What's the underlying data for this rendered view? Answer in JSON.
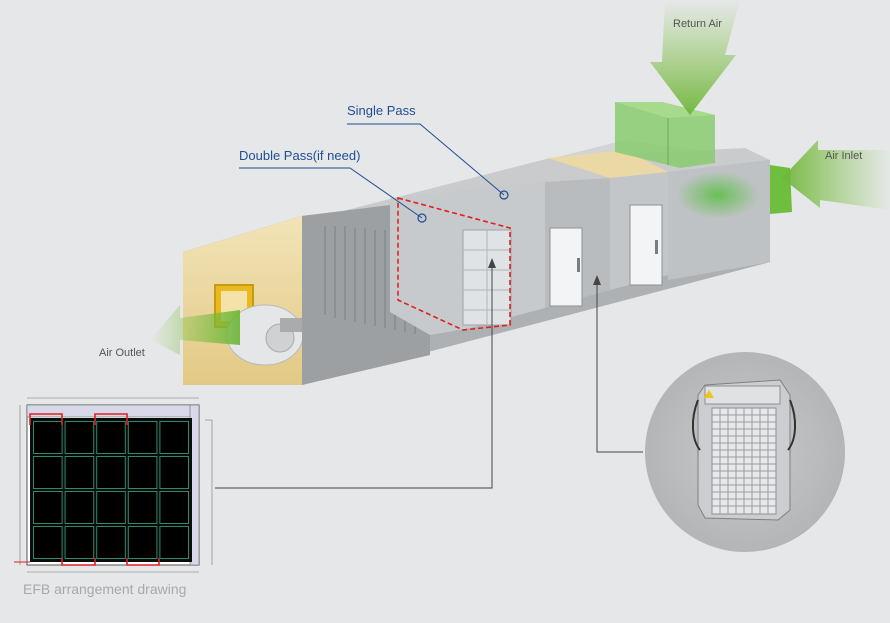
{
  "labels": {
    "single_pass": "Single Pass",
    "double_pass": "Double Pass(if need)",
    "return_air": "Return Air",
    "air_inlet": "Air Inlet",
    "air_outlet": "Air Outlet",
    "efb_caption": "EFB arrangement drawing"
  },
  "colors": {
    "background": "#e6e7e8",
    "label_blue": "#1f4e92",
    "label_grey": "#555555",
    "caption_grey": "#a7a9ac",
    "airflow_green": "#7fc241",
    "highlight_red": "#e02020",
    "panel_black": "#000000"
  },
  "efb_grid": {
    "rows": 4,
    "columns": 5
  }
}
